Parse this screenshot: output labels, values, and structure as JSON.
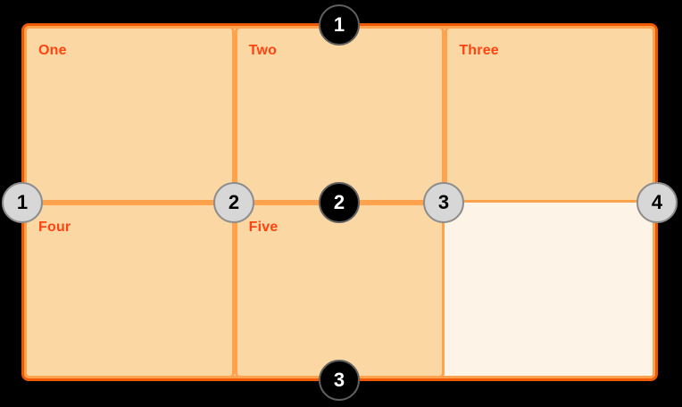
{
  "diagram": {
    "cells": [
      {
        "label": "One",
        "occupied": true
      },
      {
        "label": "Two",
        "occupied": true
      },
      {
        "label": "Three",
        "occupied": true
      },
      {
        "label": "Four",
        "occupied": true
      },
      {
        "label": "Five",
        "occupied": true
      },
      {
        "label": "",
        "occupied": false
      }
    ],
    "row_line_badges": [
      "1",
      "2",
      "3"
    ],
    "column_line_badges": [
      "1",
      "2",
      "3",
      "4"
    ],
    "colors": {
      "page_background": "#000000",
      "container_border": "#ee5901",
      "container_background": "#fdf3e6",
      "cell_border": "#ffa24d",
      "cell_background": "#fbd7a4",
      "cell_label": "#ff4410",
      "row_badge_background": "#000000",
      "row_badge_text": "#ffffff",
      "row_badge_ring": "#5f5f5f",
      "column_badge_background": "#d7d7d7",
      "column_badge_text": "#000000",
      "column_badge_ring": "#8d8d8d"
    }
  }
}
